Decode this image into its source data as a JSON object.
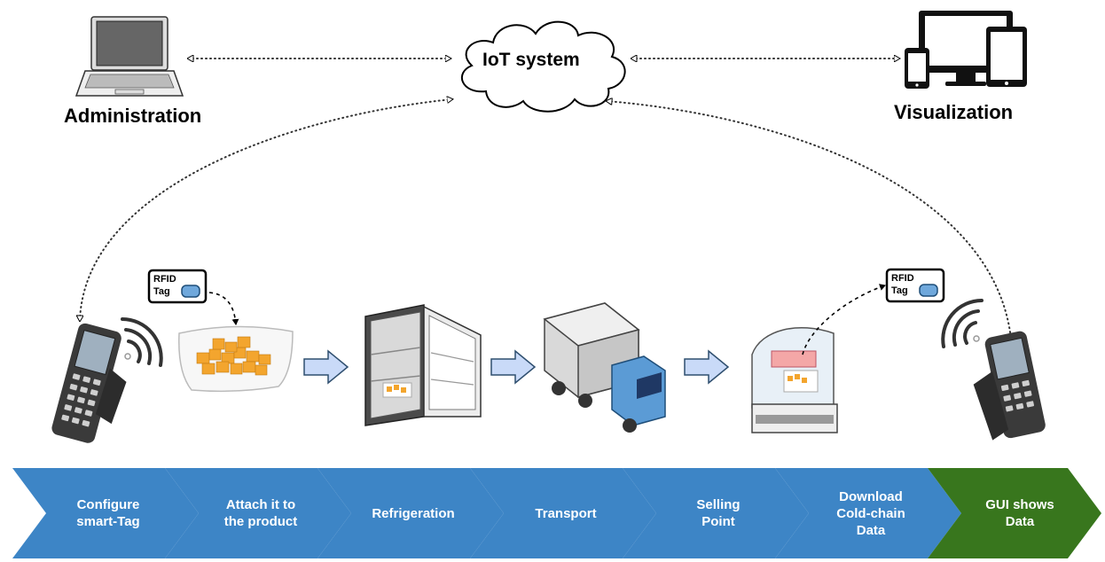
{
  "cloud": {
    "label": "IoT system"
  },
  "nodes": {
    "administration": "Administration",
    "visualization": "Visualization"
  },
  "rfid_tag": {
    "line1": "RFID",
    "line2": "Tag"
  },
  "steps": [
    {
      "label": "Configure\nsmart-Tag",
      "color": "#3d85c6"
    },
    {
      "label": "Attach it to\nthe product",
      "color": "#3d85c6"
    },
    {
      "label": "Refrigeration",
      "color": "#3d85c6"
    },
    {
      "label": "Transport",
      "color": "#3d85c6"
    },
    {
      "label": "Selling\nPoint",
      "color": "#3d85c6"
    },
    {
      "label": "Download\nCold-chain\nData",
      "color": "#3d85c6"
    },
    {
      "label": "GUI shows\nData",
      "color": "#38761d"
    }
  ],
  "colors": {
    "chevron_blue": "#3d85c6",
    "chevron_green": "#38761d",
    "flow_arrow_fill": "#c9daf8",
    "flow_arrow_stroke": "#2f4f6f"
  }
}
